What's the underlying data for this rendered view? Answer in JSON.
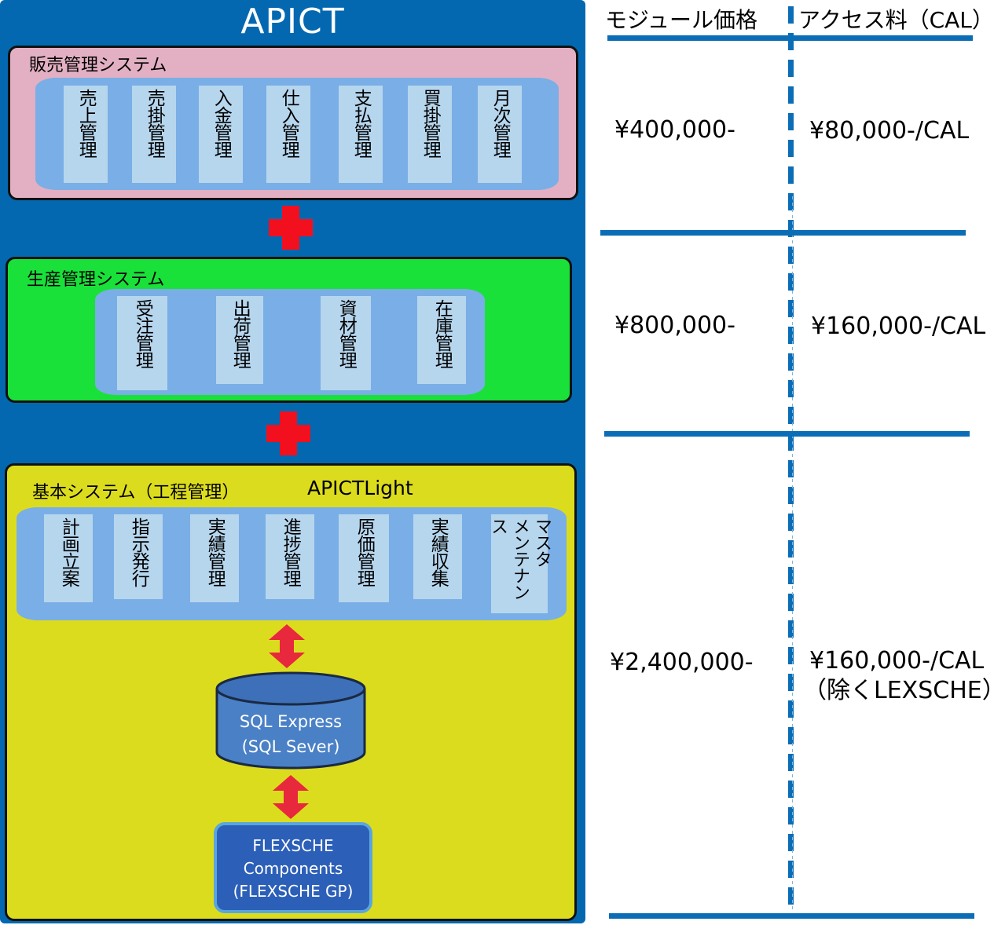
{
  "title": "APICT",
  "headers": {
    "module_price": "モジュール価格",
    "access_fee": "アクセス料（CAL）"
  },
  "sales": {
    "title": "販売管理システム",
    "modules": [
      "売上管理",
      "売掛管理",
      "入金管理",
      "仕入管理",
      "支払管理",
      "買掛管理",
      "月次管理"
    ],
    "price": "¥400,000-",
    "cal": "¥80,000-/CAL"
  },
  "production": {
    "title": "生産管理システム",
    "modules": [
      "受注管理",
      "出荷管理",
      "資材管理",
      "在庫管理"
    ],
    "price": "¥800,000-",
    "cal": "¥160,000-/CAL"
  },
  "basic": {
    "title": "基本システム（工程管理）",
    "product": "APICTLight",
    "modules": [
      "計画立案",
      "指示発行",
      "実績管理",
      "進捗管理",
      "原価管理",
      "実績収集"
    ],
    "master_line1": "マスタ",
    "master_line2": "メンテナンス",
    "price": "¥2,400,000-",
    "cal_line1": "¥160,000-/CAL",
    "cal_line2": "（除くLEXSCHE）"
  },
  "database": {
    "line1": "SQL Express",
    "line2": "(SQL Sever)"
  },
  "flexsche": {
    "line1": "FLEXSCHE",
    "line2": "Components",
    "line3": "(FLEXSCHE GP)"
  },
  "colors": {
    "panel": "#0368b0",
    "sales_bg": "#e2b0c2",
    "production_bg": "#1ae03a",
    "basic_bg": "#dcdc1e",
    "plus": "#f2101e",
    "arrow": "#e8283c",
    "rule": "#0a6db6"
  }
}
